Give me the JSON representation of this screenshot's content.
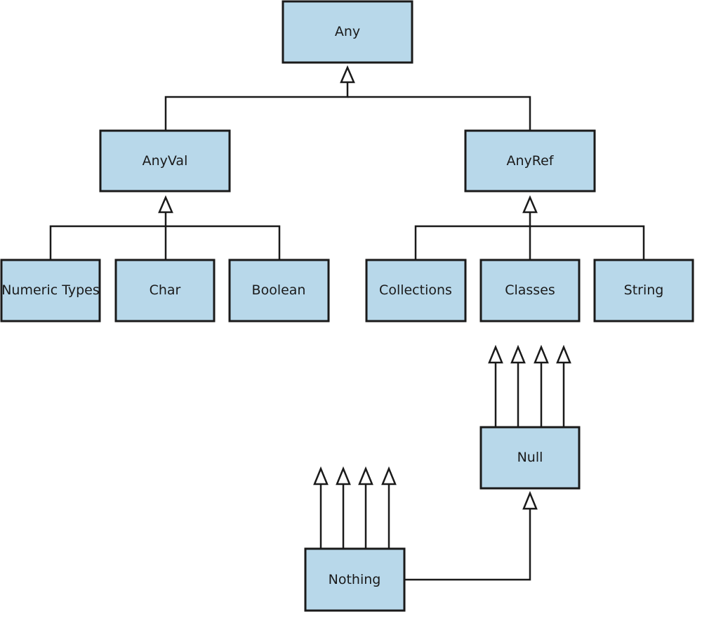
{
  "nodes": {
    "any": "Any",
    "anyval": "AnyVal",
    "anyref": "AnyRef",
    "numeric_types": "Numeric Types",
    "char": "Char",
    "boolean": "Boolean",
    "collections": "Collections",
    "classes": "Classes",
    "string": "String",
    "null": "Null",
    "nothing": "Nothing"
  },
  "colors": {
    "box_fill": "#b8d8ea",
    "stroke": "#1a1a1a",
    "arrow_fill": "#ffffff"
  }
}
